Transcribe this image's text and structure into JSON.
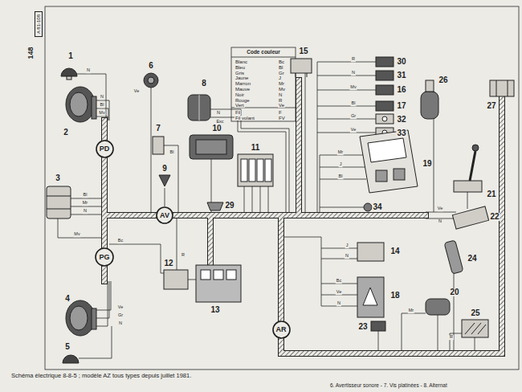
{
  "diagram": {
    "caption": "Schéma électrique 8-8-5 ; modèle AZ tous types depuis juillet 1981.",
    "nodes": [
      {
        "text": [
          "PD"
        ]
      },
      {
        "text": [
          "AV"
        ]
      },
      {
        "text": [
          "PG"
        ]
      },
      {
        "text": [
          "AR"
        ]
      }
    ],
    "labels": [
      "148",
      "A 81-108",
      "Code couleur",
      "Blanc",
      "Bc",
      "Bleu",
      "Bl",
      "Gris",
      "Gr",
      "Jaune",
      "J",
      "Marron",
      "Mr",
      "Mauve",
      "Mv",
      "Noir",
      "N",
      "Rouge",
      "R",
      "Vert",
      "Ve",
      "Fil",
      "F",
      "Fil volant",
      "FV",
      "1",
      "2",
      "3",
      "4",
      "5",
      "6",
      "7",
      "8",
      "9",
      "10",
      "11",
      "12",
      "13",
      "14",
      "15",
      "16",
      "17",
      "18",
      "19",
      "20",
      "21",
      "22",
      "23",
      "24",
      "25",
      "26",
      "27",
      "29",
      "30",
      "31",
      "32",
      "33",
      "34",
      "N",
      "N",
      "Bl",
      "Mv",
      "Bl",
      "Mr",
      "N",
      "Mv",
      "Bc",
      "Ve",
      "Gr",
      "N",
      "Ve",
      "Bl",
      "N",
      "Exc",
      "R",
      "R",
      "N",
      "Mv",
      "Bl",
      "Gr",
      "Ve",
      "Mr",
      "J",
      "Bl",
      "J",
      "N",
      "Bc",
      "Ve",
      "N",
      "Mr",
      "Ve",
      "N",
      "R",
      "6. Avertisseur sonore - 7. Vis platinées - 8. Alternat"
    ]
  }
}
